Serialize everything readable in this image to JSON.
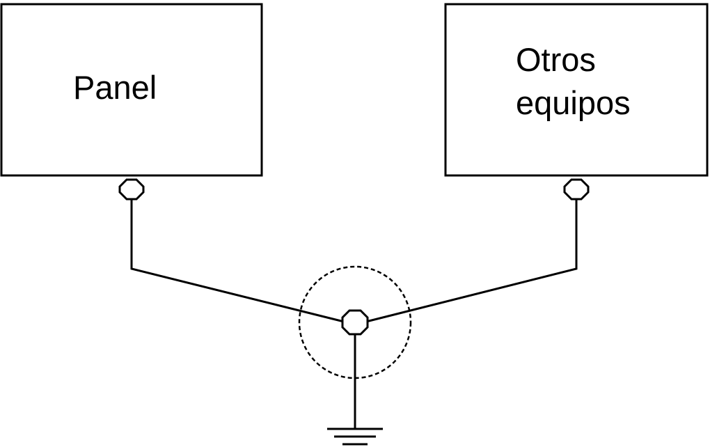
{
  "panel": {
    "label": "Panel"
  },
  "other_equipment": {
    "label_line1": "Otros",
    "label_line2": "equipos"
  },
  "icons": {
    "ground": "ground-icon",
    "terminal": "terminal-icon"
  },
  "colors": {
    "stroke": "#000000",
    "background": "#ffffff"
  }
}
